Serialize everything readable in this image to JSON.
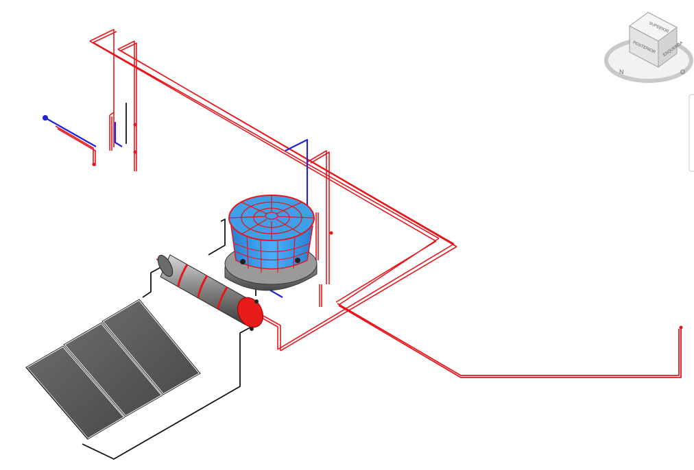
{
  "viewcube": {
    "top_label": "SUPERIOR",
    "left_label": "POSTERIOR",
    "right_label": "ESQUERDA",
    "compass_w": "N",
    "compass_e": "O"
  },
  "colors": {
    "hot_pipe": "#e8141b",
    "cold_pipe": "#1f22d6",
    "return_pipe": "#111111",
    "tank_blue": "#3fa0e8",
    "heater_red": "#e81b1b",
    "panel_dark": "#555555"
  }
}
